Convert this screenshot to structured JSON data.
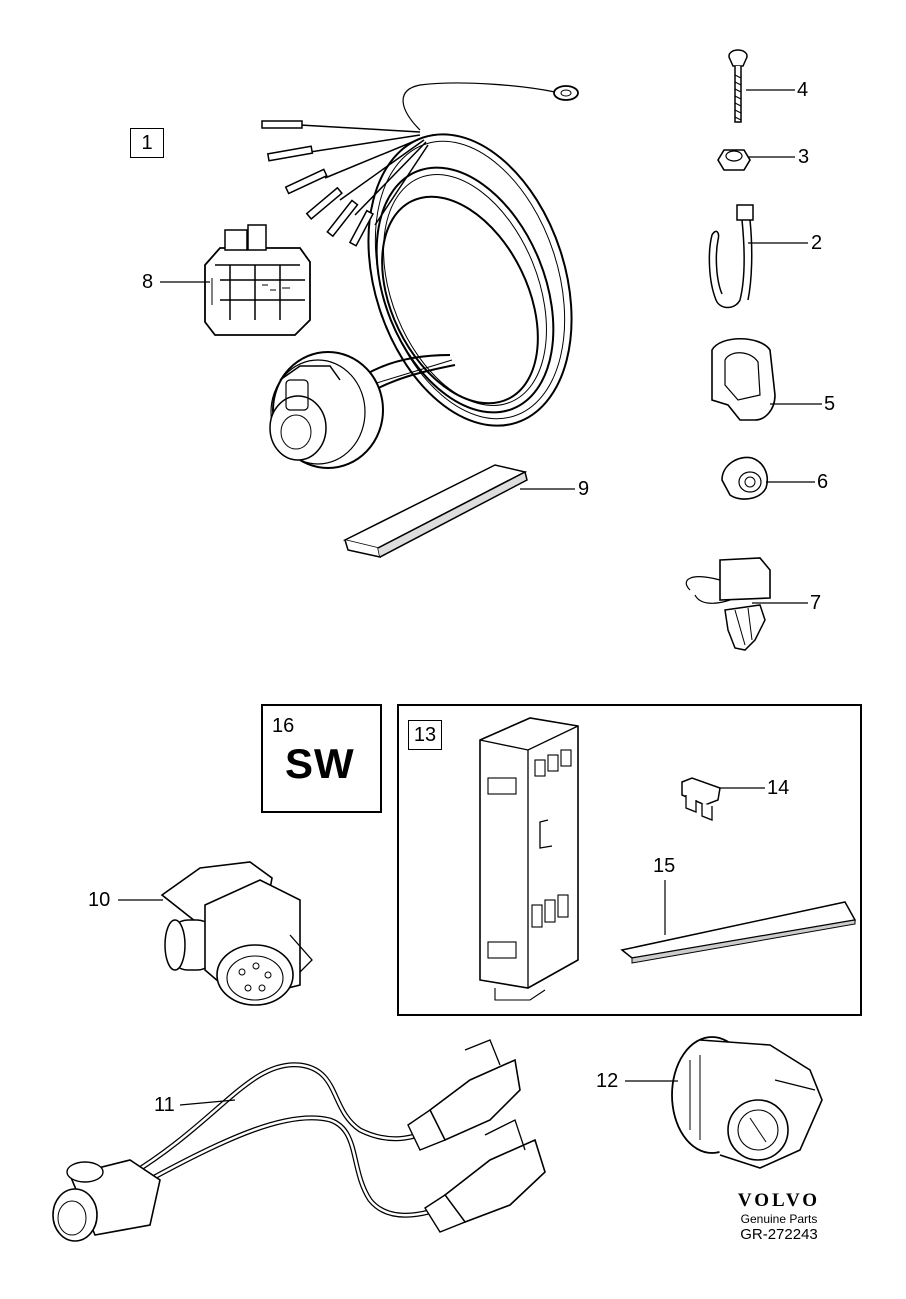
{
  "diagram": {
    "callouts": {
      "c1": "1",
      "c2": "2",
      "c3": "3",
      "c4": "4",
      "c5": "5",
      "c6": "6",
      "c7": "7",
      "c8": "8",
      "c9": "9",
      "c10": "10",
      "c11": "11",
      "c12": "12",
      "c13": "13",
      "c14": "14",
      "c15": "15",
      "c16": "16"
    },
    "sw_label": "SW",
    "brand": {
      "logo": "VOLVO",
      "subtitle": "Genuine Parts",
      "code": "GR-272243"
    }
  }
}
